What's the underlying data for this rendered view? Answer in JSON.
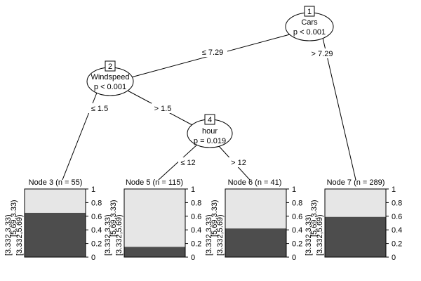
{
  "inner_nodes": [
    {
      "id": "1",
      "variable": "Cars",
      "pvalue": "p < 0.001"
    },
    {
      "id": "2",
      "variable": "Windspeed",
      "pvalue": "p < 0.001"
    },
    {
      "id": "4",
      "variable": "hour",
      "pvalue": "p = 0.019"
    }
  ],
  "edge_labels": {
    "n1_left": "≤ 7.29",
    "n1_right": "> 7.29",
    "n2_left": "≤ 1.5",
    "n2_right": "> 1.5",
    "n4_left": "≤ 12",
    "n4_right": "> 12"
  },
  "terminal_nodes": [
    {
      "title": "Node 3 (n = 55)",
      "dark_fraction": 0.65
    },
    {
      "title": "Node 5 (n = 115)",
      "dark_fraction": 0.15
    },
    {
      "title": "Node 6 (n = 41)",
      "dark_fraction": 0.42
    },
    {
      "title": "Node 7 (n = 289)",
      "dark_fraction": 0.59
    }
  ],
  "y_axis_ticks": [
    "1",
    "0.8",
    "0.6",
    "0.4",
    "0.2",
    "0"
  ],
  "class_labels": [
    "[3.332,3.33)",
    "[5.69,3.33)",
    "[3.332,5.69)"
  ],
  "colors": {
    "dark": "#4d4d4d",
    "light": "#e6e6e6"
  }
}
